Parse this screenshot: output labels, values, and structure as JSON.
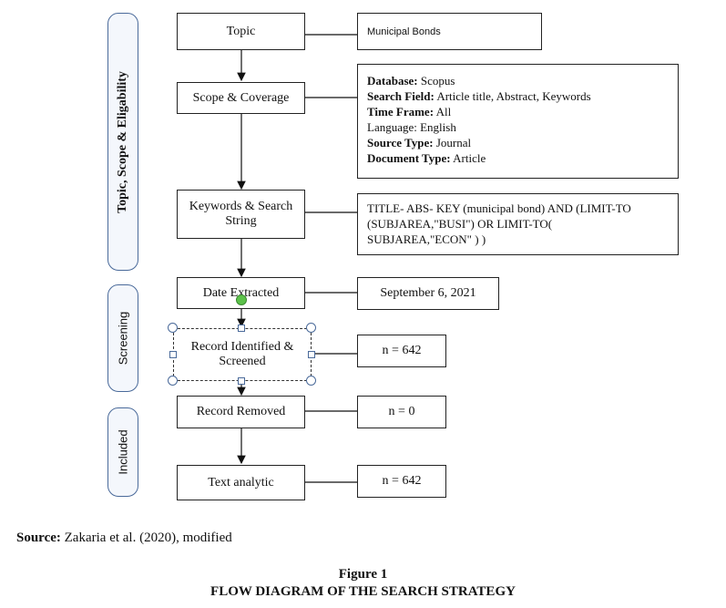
{
  "side_labels": {
    "topic": "Topic, Scope & Eligability",
    "screening": "Screening",
    "included": "Included"
  },
  "boxes": {
    "topic": "Topic",
    "scope": "Scope & Coverage",
    "keywords_line1": "Keywords & Search",
    "keywords_line2": "String",
    "date": "Date Extracted",
    "record_identified_line1": "Record Identified &",
    "record_identified_line2": "Screened",
    "record_removed": "Record Removed",
    "text_analytic": "Text analytic"
  },
  "values": {
    "topic": "Municipal Bonds",
    "scope": {
      "database_label": "Database:",
      "database": " Scopus",
      "search_field_label": "Search Field:",
      "search_field": " Article title, Abstract, Keywords",
      "time_frame_label": "Time Frame:",
      "time_frame": " All",
      "language": "Language: English",
      "source_type_label": "Source Type:",
      "source_type": " Journal",
      "document_type_label": "Document Type:",
      "document_type": " Article"
    },
    "keywords_line1": "TITLE- ABS- KEY (municipal bond) AND (LIMIT-TO",
    "keywords_line2": "(SUBJAREA,\"BUSI\") OR LIMIT-TO(",
    "keywords_line3": "SUBJAREA,\"ECON\" ) )",
    "date": "September 6, 2021",
    "record_identified": "n = 642",
    "record_removed": "n = 0",
    "text_analytic": "n = 642"
  },
  "source": {
    "label": "Source:",
    "text": " Zakaria et al. (2020), modified"
  },
  "figure": {
    "number": "Figure 1",
    "title": "FLOW DIAGRAM OF THE SEARCH STRATEGY"
  }
}
